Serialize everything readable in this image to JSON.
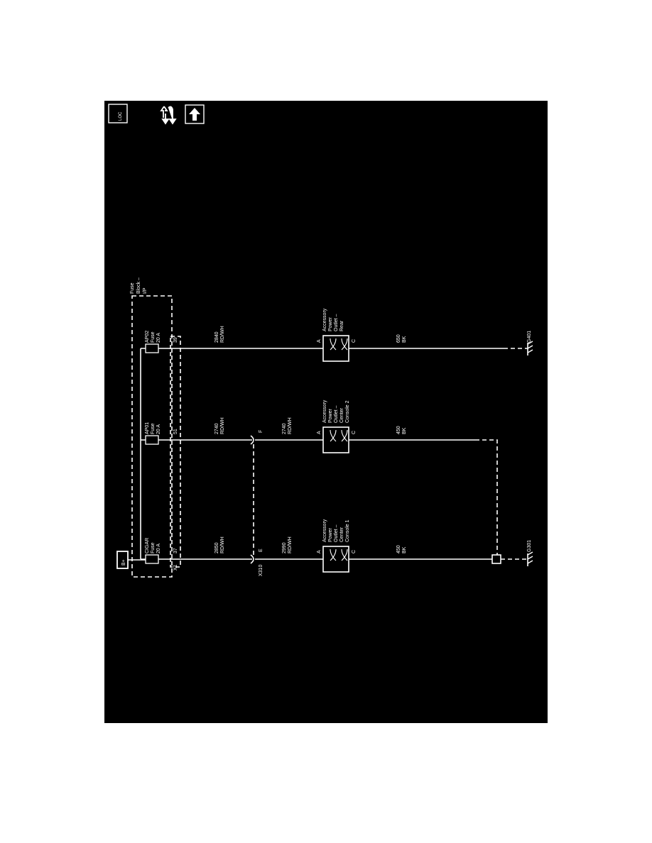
{
  "header": {
    "loc_icon_label": "LOC",
    "nav_icons": [
      "flow-arrows-icon",
      "up-arrow-icon"
    ]
  },
  "power": {
    "label": "B+"
  },
  "fuse_block": {
    "name": [
      "Fuse",
      "Block –",
      "I/P"
    ],
    "connector": "X1"
  },
  "fuses": [
    {
      "name": "CIGAR",
      "type": "Fuse",
      "rating": "20 A",
      "pin": "37"
    },
    {
      "name": "AP01",
      "type": "Fuse",
      "rating": "20 A",
      "pin": "51"
    },
    {
      "name": "AP02",
      "type": "Fuse",
      "rating": "20 A",
      "pin": "39"
    }
  ],
  "inline_connector": {
    "name": "X310",
    "pins": [
      "E",
      "F"
    ]
  },
  "wires": {
    "c1_upper": {
      "circuit": "2850",
      "color": "RD/WH"
    },
    "c1_lower": {
      "circuit": "2990",
      "color": "RD/WH"
    },
    "c2_upper": {
      "circuit": "2740",
      "color": "RD/WH"
    },
    "c2_lower": {
      "circuit": "2740",
      "color": "RD/WH"
    },
    "rear": {
      "circuit": "2840",
      "color": "RD/WH"
    },
    "gnd1": {
      "circuit": "450",
      "color": "BK"
    },
    "gnd2": {
      "circuit": "450",
      "color": "BK"
    },
    "gnd3": {
      "circuit": "650",
      "color": "BK"
    }
  },
  "outlets": [
    {
      "pin_a": "A",
      "pin_c": "C",
      "name": [
        "Accessory",
        "Power",
        "Outlet –",
        "Center",
        "Console 1"
      ]
    },
    {
      "pin_a": "A",
      "pin_c": "C",
      "name": [
        "Accessory",
        "Power",
        "Outlet –",
        "Center",
        "Console 2"
      ]
    },
    {
      "pin_a": "A",
      "pin_c": "C",
      "name": [
        "Accessory",
        "Power",
        "Outlet –",
        "Rear"
      ]
    }
  ],
  "grounds": [
    {
      "name": "G301"
    },
    {
      "name": "G401"
    }
  ],
  "colors": {
    "background": "#000000",
    "line": "#ffffff",
    "page": "#ffffff"
  }
}
